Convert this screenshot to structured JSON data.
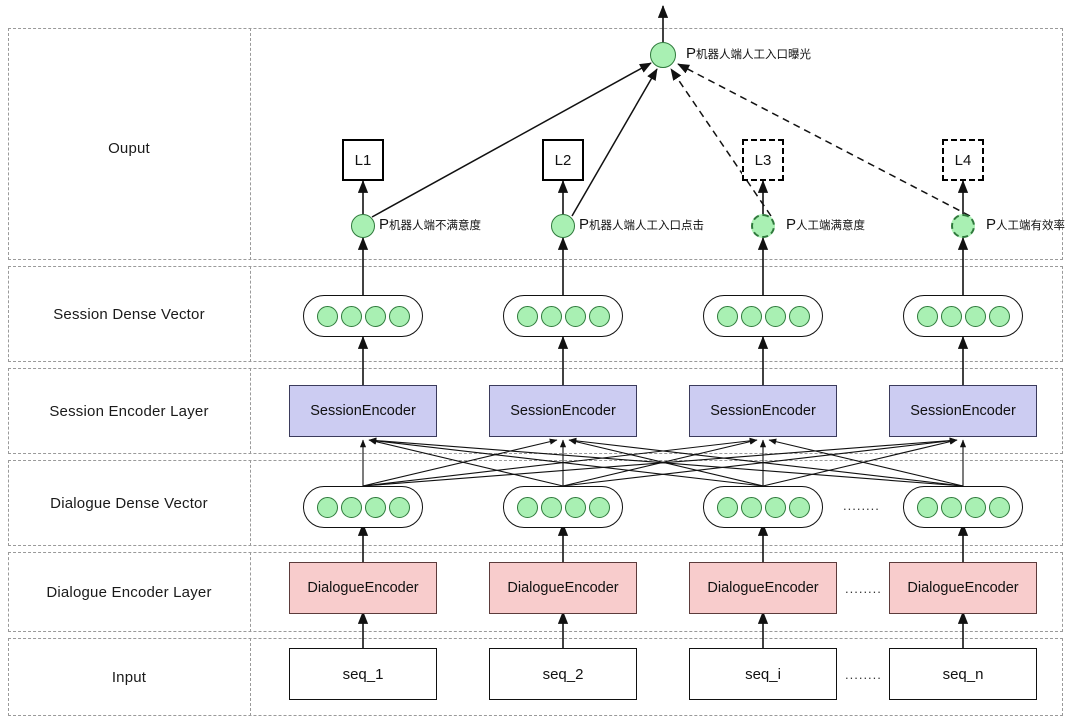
{
  "diagram": {
    "title": "Multi-task session / dialogue encoder network",
    "colors": {
      "session_encoder_fill": "#ccccf2",
      "dialogue_encoder_fill": "#f8cccc",
      "node_fill": "#a9f0b3",
      "node_stroke": "#2f7a3c",
      "band_border": "#9a9a9a",
      "line": "#111111"
    },
    "bands": [
      {
        "key": "output",
        "label": "Ouput"
      },
      {
        "key": "session_dense",
        "label": "Session Dense Vector"
      },
      {
        "key": "session_encoder",
        "label": "Session Encoder Layer"
      },
      {
        "key": "dialogue_dense",
        "label": "Dialogue Dense Vector"
      },
      {
        "key": "dialogue_encoder",
        "label": "Dialogue Encoder Layer"
      },
      {
        "key": "input",
        "label": "Input"
      }
    ],
    "loss_boxes": [
      {
        "label": "L1",
        "style": "solid"
      },
      {
        "label": "L2",
        "style": "solid"
      },
      {
        "label": "L3",
        "style": "dashed"
      },
      {
        "label": "L4",
        "style": "dashed"
      }
    ],
    "top_node": {
      "p": "P",
      "subscript": "机器人端人工入口曝光",
      "style": "solid"
    },
    "prob_nodes": [
      {
        "p": "P",
        "subscript": "机器人端不满意度",
        "style": "solid"
      },
      {
        "p": "P",
        "subscript": "机器人端人工入口点击",
        "style": "solid"
      },
      {
        "p": "P",
        "subscript": "人工端满意度",
        "style": "dashed"
      },
      {
        "p": "P",
        "subscript": "人工端有效率",
        "style": "dashed"
      }
    ],
    "session_dense_vectors": [
      {
        "dots": 4
      },
      {
        "dots": 4
      },
      {
        "dots": 4
      },
      {
        "dots": 4
      }
    ],
    "session_encoders": [
      {
        "label": "SessionEncoder"
      },
      {
        "label": "SessionEncoder"
      },
      {
        "label": "SessionEncoder"
      },
      {
        "label": "SessionEncoder"
      }
    ],
    "dialogue_dense_vectors": [
      {
        "dots": 4
      },
      {
        "dots": 4
      },
      {
        "dots": 4
      },
      {
        "dots": 4
      }
    ],
    "dialogue_encoders": [
      {
        "label": "DialogueEncoder"
      },
      {
        "label": "DialogueEncoder"
      },
      {
        "label": "DialogueEncoder"
      },
      {
        "label": "DialogueEncoder"
      }
    ],
    "inputs": [
      {
        "label": "seq_1"
      },
      {
        "label": "seq_2"
      },
      {
        "label": "seq_i"
      },
      {
        "label": "seq_n"
      }
    ],
    "ellipses": {
      "dialogue_dense": "........",
      "dialogue_encoder": "........",
      "input": "........"
    }
  }
}
